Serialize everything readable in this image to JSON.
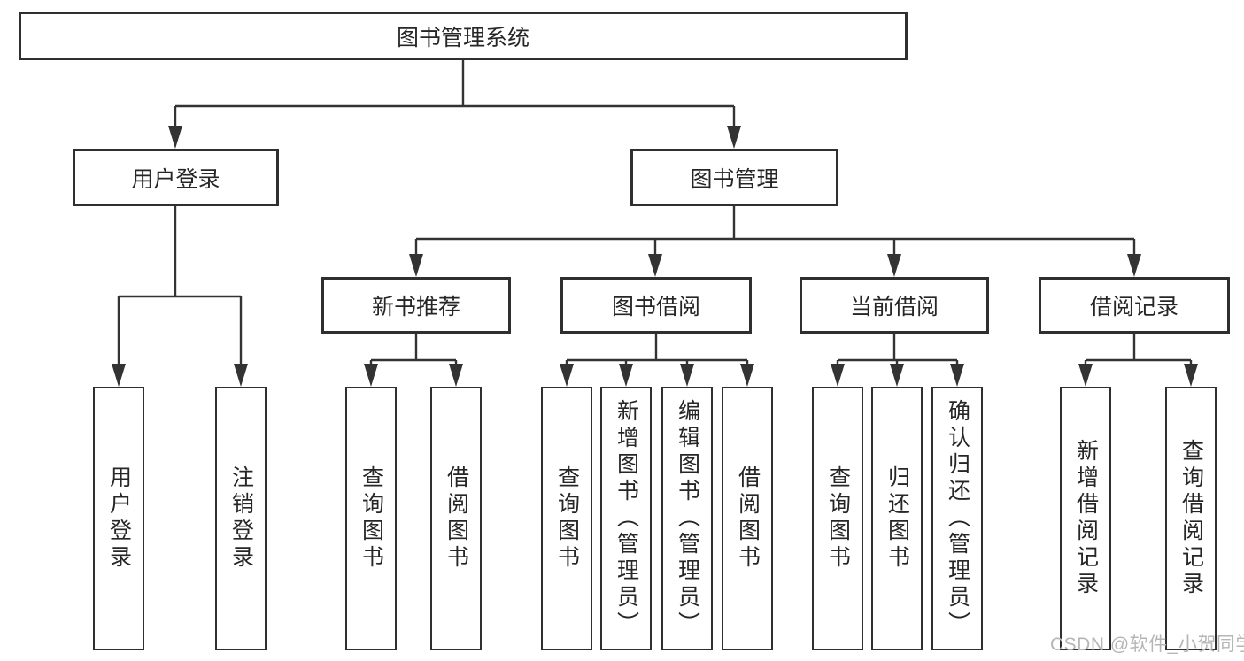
{
  "diagram_title": "图书管理系统",
  "tree": {
    "label": "图书管理系统",
    "children": [
      {
        "label": "用户登录",
        "children": [
          {
            "label": "用户登录"
          },
          {
            "label": "注销登录"
          }
        ]
      },
      {
        "label": "图书管理",
        "children": [
          {
            "label": "新书推荐",
            "children": [
              {
                "label": "查询图书"
              },
              {
                "label": "借阅图书"
              }
            ]
          },
          {
            "label": "图书借阅",
            "children": [
              {
                "label": "查询图书"
              },
              {
                "label": "新增图书（管理员）"
              },
              {
                "label": "编辑图书（管理员）"
              },
              {
                "label": "借阅图书"
              }
            ]
          },
          {
            "label": "当前借阅",
            "children": [
              {
                "label": "查询图书"
              },
              {
                "label": "归还图书"
              },
              {
                "label": "确认归还（管理员）"
              }
            ]
          },
          {
            "label": "借阅记录",
            "children": [
              {
                "label": "新增借阅记录"
              },
              {
                "label": "查询借阅记录"
              }
            ]
          }
        ]
      }
    ]
  },
  "watermark": {
    "text": "CSDN @软件_小贺同学"
  },
  "colors": {
    "line": "#333333",
    "box_border": "#2f2f2f",
    "text": "#262626",
    "background": "#ffffff",
    "watermark": "#b6b6b6"
  }
}
